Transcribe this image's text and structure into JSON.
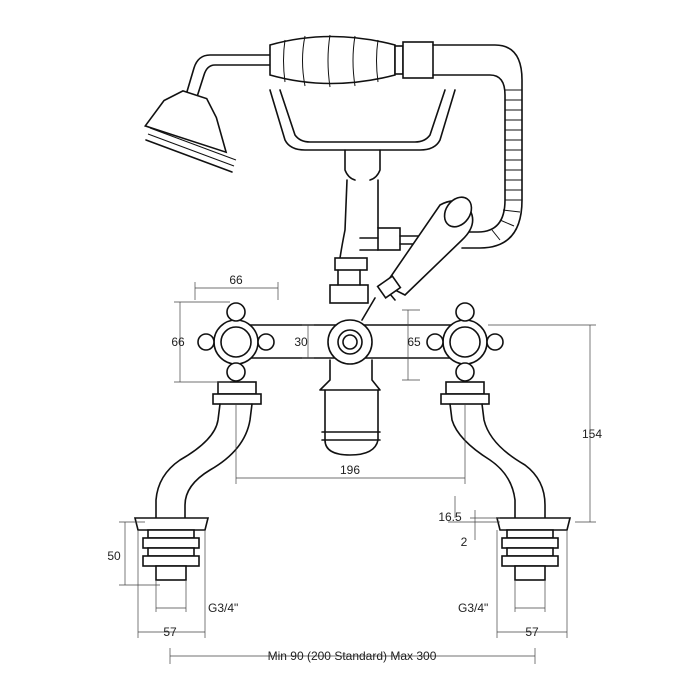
{
  "dimensions": {
    "handle_width": "66",
    "handle_height": "66",
    "spout_height": "30",
    "valve_height": "65",
    "total_height": "154",
    "centers": "196",
    "tail_offset": "16.5",
    "tail_gap": "2",
    "thread_length": "50",
    "thread_left": "G3/4\"",
    "thread_right": "G3/4\"",
    "base_left": "57",
    "base_right": "57",
    "span_range": "Min 90 (200 Standard) Max 300"
  }
}
